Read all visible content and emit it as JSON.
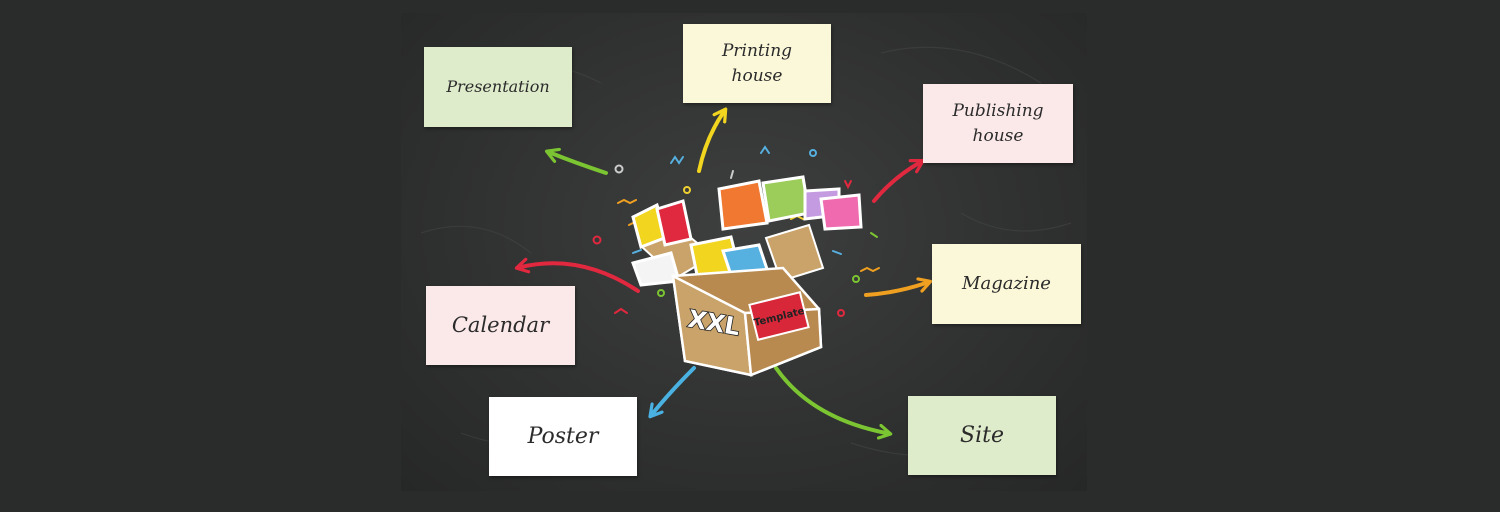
{
  "notes": {
    "presentation": "Presentation",
    "printing_house": "Printing\nhouse",
    "publishing_house": "Publishing\nhouse",
    "magazine": "Magazine",
    "calendar": "Calendar",
    "poster": "Poster",
    "site": "Site"
  },
  "box": {
    "brand": "XXL",
    "sticker": "Template"
  },
  "colors": {
    "presentation_note": "#dfeccb",
    "printing_note": "#fbf8da",
    "publishing_note": "#fbe9ea",
    "magazine_note": "#fbf8da",
    "calendar_note": "#fbe9ea",
    "poster_note": "#ffffff",
    "site_note": "#dfeccb",
    "arrow_green": "#7cc532",
    "arrow_yellow": "#f2d51e",
    "arrow_crimson": "#e0283f",
    "arrow_orange": "#f0a020",
    "arrow_blue": "#4ab2e2"
  }
}
